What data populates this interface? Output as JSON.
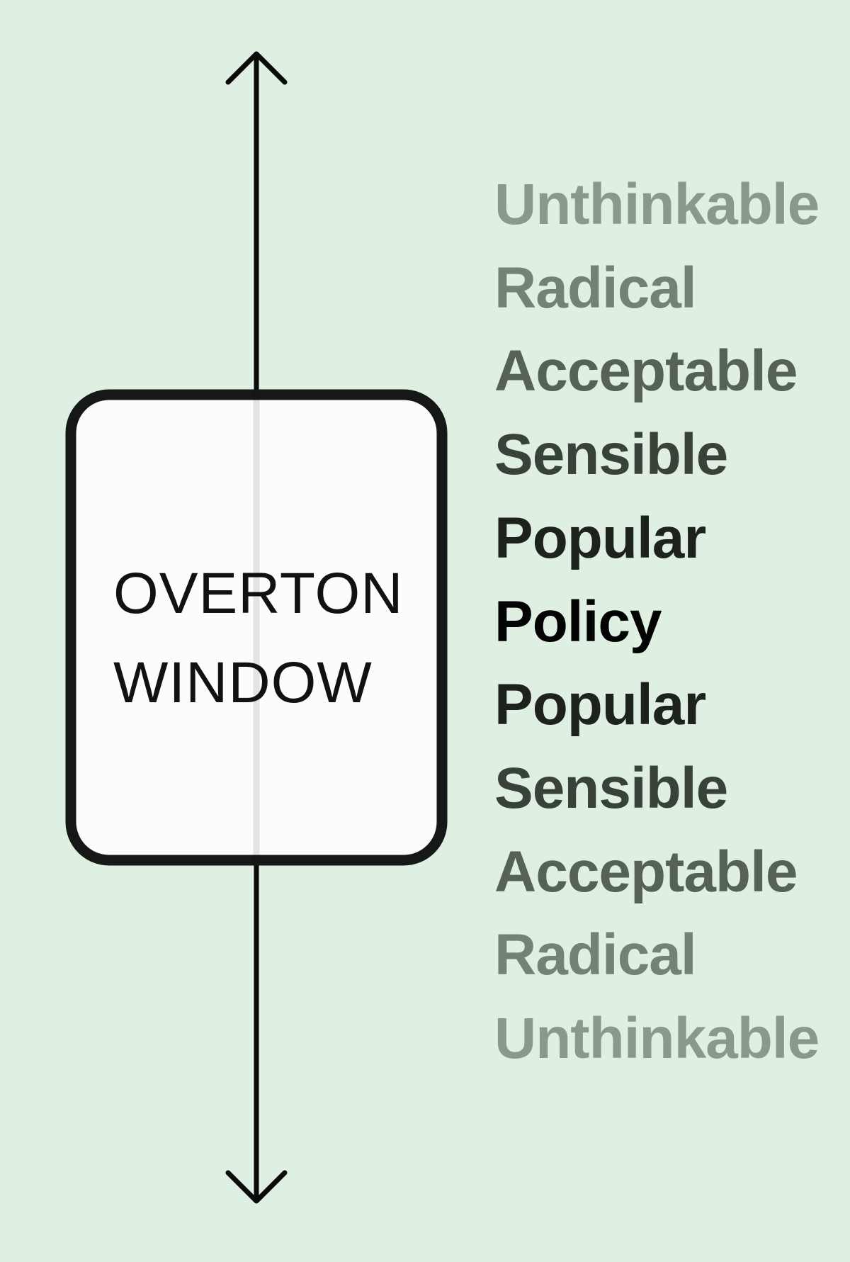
{
  "window": {
    "line1": "OVERTON",
    "line2": "WINDOW"
  },
  "scale": {
    "levels": [
      {
        "label": "Unthinkable",
        "color": "#8a9a8a"
      },
      {
        "label": "Radical",
        "color": "#748274"
      },
      {
        "label": "Acceptable",
        "color": "#576257"
      },
      {
        "label": "Sensible",
        "color": "#394239"
      },
      {
        "label": "Popular",
        "color": "#1d221d"
      },
      {
        "label": "Policy",
        "color": "#030303"
      },
      {
        "label": "Popular",
        "color": "#1d221d"
      },
      {
        "label": "Sensible",
        "color": "#394239"
      },
      {
        "label": "Acceptable",
        "color": "#576257"
      },
      {
        "label": "Radical",
        "color": "#748274"
      },
      {
        "label": "Unthinkable",
        "color": "#8a9a8a"
      }
    ]
  },
  "colors": {
    "background": "#dff0e2",
    "window_fill": "#fbfcfb",
    "outline": "#151816"
  }
}
